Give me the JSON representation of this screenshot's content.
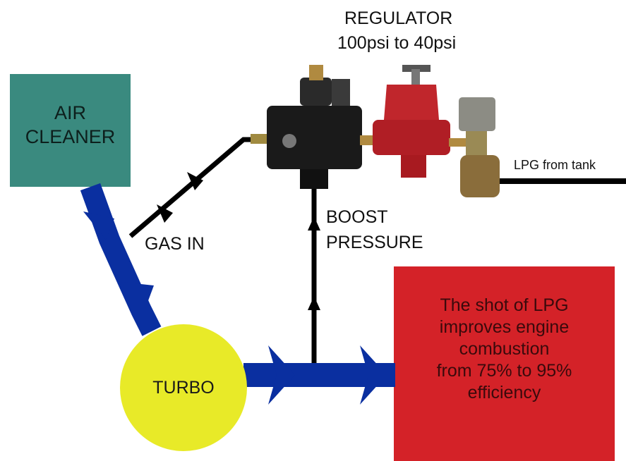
{
  "regulator": {
    "title": "REGULATOR",
    "subtitle": "100psi to 40psi"
  },
  "air_cleaner": {
    "line1": "AIR",
    "line2": "CLEANER"
  },
  "lpg_from_tank": "LPG from tank",
  "gas_in": "GAS IN",
  "boost_pressure": {
    "line1": "BOOST",
    "line2": "PRESSURE"
  },
  "turbo": "TURBO",
  "benefit": {
    "line1": "The shot of LPG",
    "line2": "improves engine",
    "line3": "combustion",
    "line4": "from 75% to 95%",
    "line5": "efficiency"
  },
  "colors": {
    "air_cleaner": "#3a8a7f",
    "turbo": "#e8ea28",
    "benefit_box": "#d42228",
    "air_flow": "#0a2fa0",
    "gas_line": "#000000",
    "regulator_body": "#c0262c",
    "mixer_body": "#1a1a1a",
    "solenoid_valve": "#8a6d3b"
  }
}
